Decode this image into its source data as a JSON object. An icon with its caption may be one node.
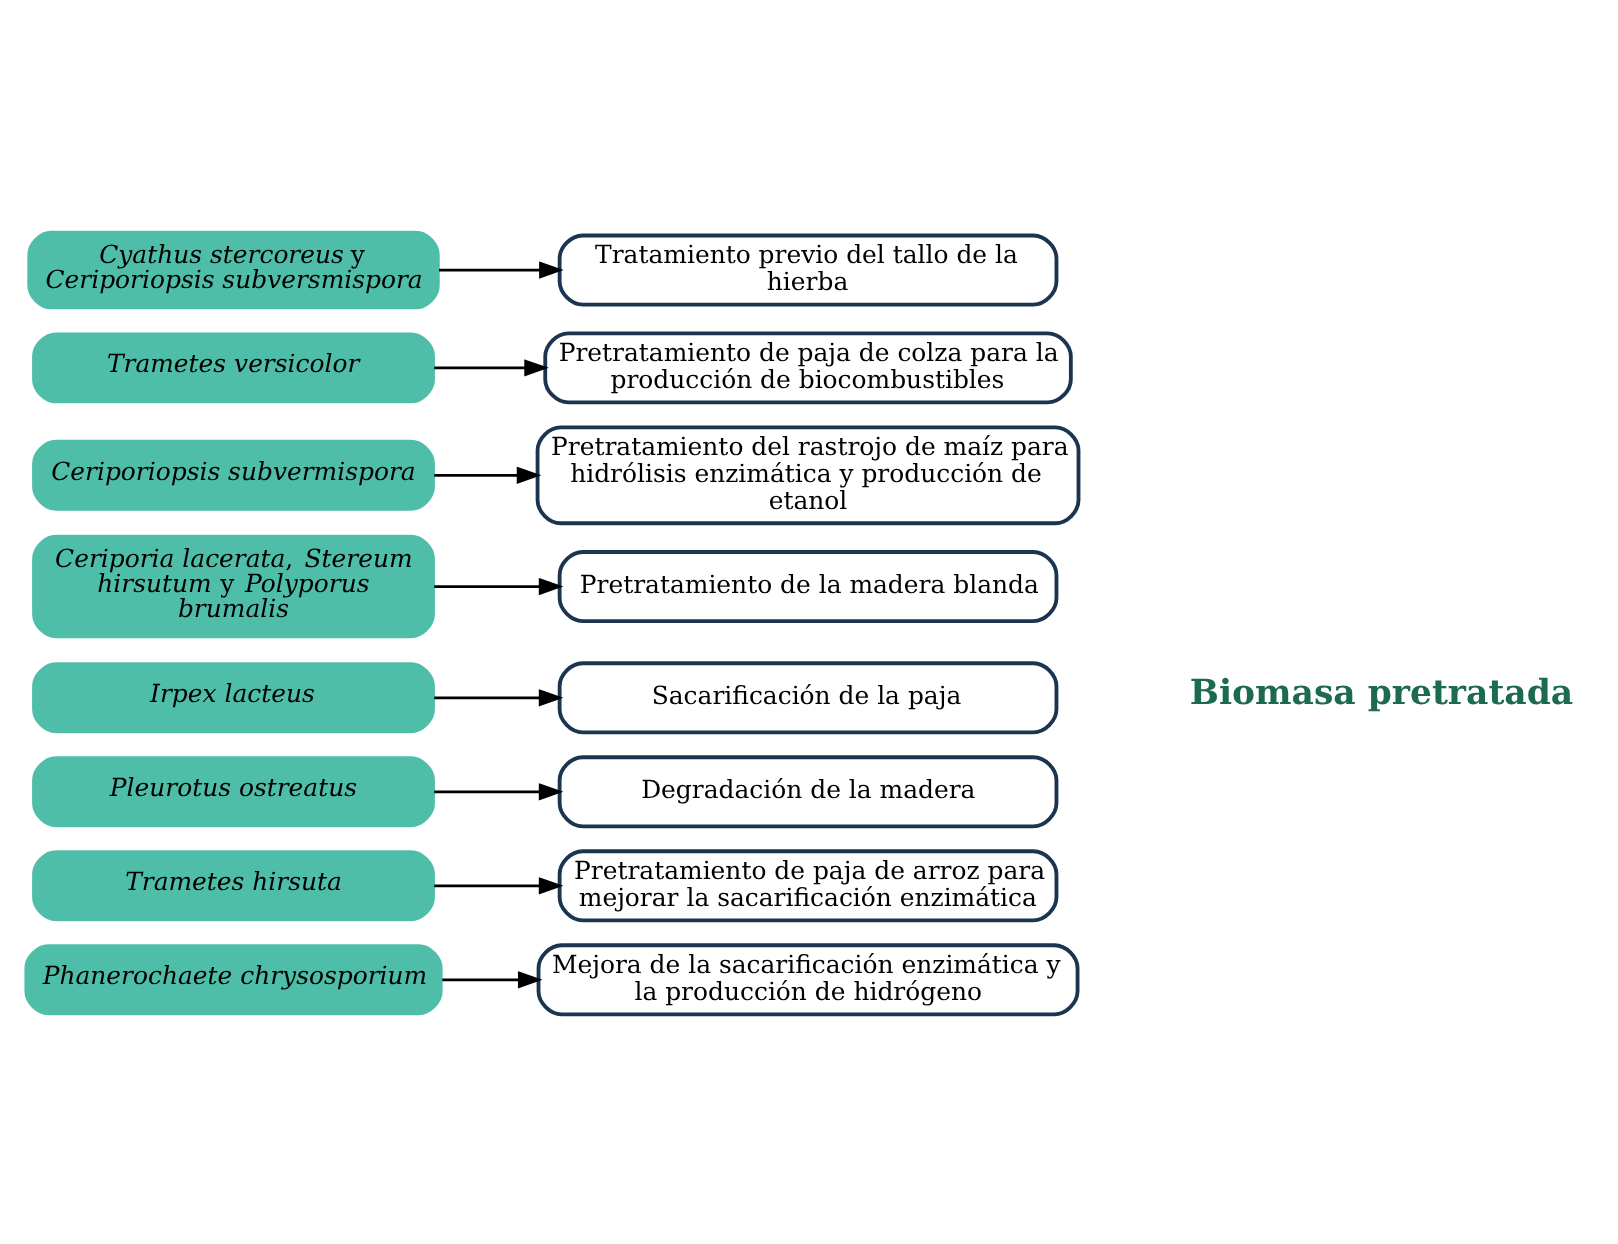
{
  "diagram": {
    "nodes": [
      {
        "text": [
          "*Cyathus stercoreus* y *Ceriporiopsis subversmispora*"
        ]
      },
      {
        "text": [
          "Tratamiento previo del tallo de la hierba"
        ]
      },
      {
        "text": [
          "Trametes versicolor"
        ]
      },
      {
        "text": [
          "Pretratamiento de paja de colza para la producción de biocombustibles"
        ]
      },
      {
        "text": [
          "Ceriporiopsis subvermispora"
        ]
      },
      {
        "text": [
          "Pretratamiento del rastrojo de maíz para hidrólisis enzimática y producción de etanol"
        ]
      },
      {
        "text": [
          "*Ceriporia lacerata*, *Stereum hirsutum* y *Polyporus brumalis*"
        ]
      },
      {
        "text": [
          "Pretratamiento de la madera blanda"
        ]
      },
      {
        "text": [
          "Irpex lacteus"
        ]
      },
      {
        "text": [
          "Sacarificación de la paja"
        ]
      },
      {
        "text": [
          "Pleurotus ostreatus"
        ]
      },
      {
        "text": [
          "Degradación de la madera"
        ]
      },
      {
        "text": [
          "Trametes hirsuta"
        ]
      },
      {
        "text": [
          "Pretratamiento de paja de arroz para mejorar la sacarificación enzimática"
        ]
      },
      {
        "text": [
          "Phanerochaete chrysosporium"
        ]
      },
      {
        "text": [
          "Mejora de la sacarificación enzimática y la producción de hidrógeno"
        ]
      }
    ],
    "edges": [
      {
        "from": 0,
        "to": 1,
        "arrow": "to"
      },
      {
        "from": 2,
        "to": 3,
        "arrow": "to"
      },
      {
        "from": 4,
        "to": 5,
        "arrow": "to"
      },
      {
        "from": 6,
        "to": 7,
        "arrow": "to"
      },
      {
        "from": 8,
        "to": 9,
        "arrow": "to"
      },
      {
        "from": 10,
        "to": 11,
        "arrow": "to"
      },
      {
        "from": 12,
        "to": 13,
        "arrow": "to"
      },
      {
        "from": 14,
        "to": 15,
        "arrow": "to"
      }
    ],
    "labels": [
      "Biomasa pretratada"
    ]
  }
}
